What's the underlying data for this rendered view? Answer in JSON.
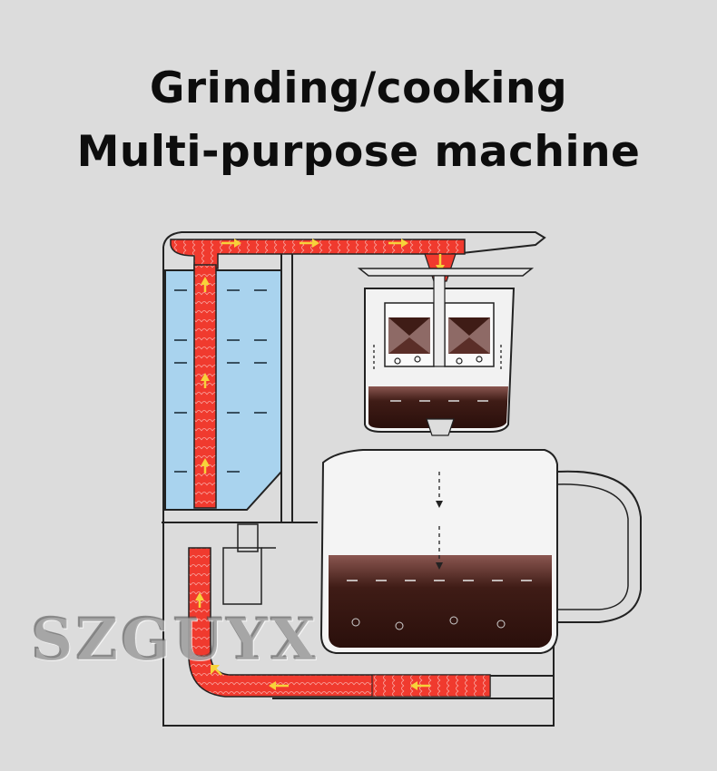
{
  "header": {
    "title_line1": "Grinding/cooking",
    "title_line2": "Multi-purpose machine"
  },
  "watermark": "SZGUYX",
  "colors": {
    "background": "#dcdcdc",
    "water": "#a9d3ee",
    "heating_tube": "#f03a2e",
    "flow_arrow": "#f7d23a",
    "coffee": "#3f1c16",
    "outline": "#222222"
  },
  "components": {
    "water_tank": "water-tank",
    "riser_tube": "riser-tube",
    "grinder_basket": "grinder-basket",
    "carafe": "carafe",
    "heating_element": "heating-element"
  }
}
